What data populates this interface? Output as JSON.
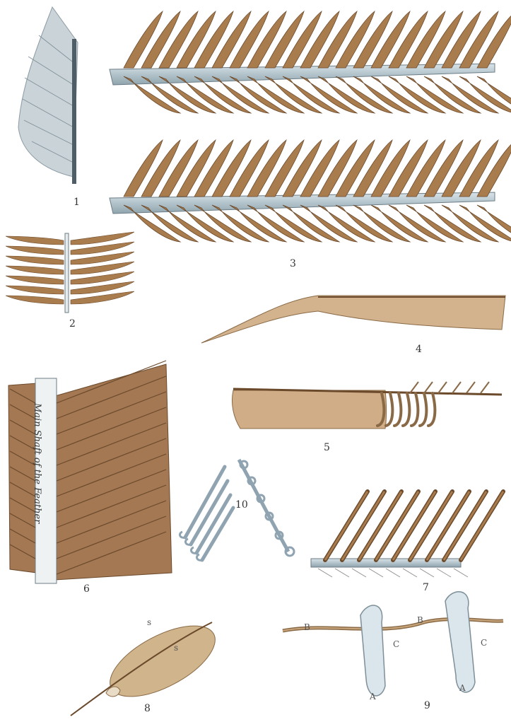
{
  "figure_numbers": [
    "1",
    "2",
    "3",
    "4",
    "5",
    "6",
    "7",
    "8",
    "9",
    "10"
  ],
  "shaft_label": "Main Shaft of the Feather",
  "fig8_letters": [
    "s",
    "s"
  ],
  "fig9_letters": [
    "B",
    "C",
    "B",
    "C",
    "A",
    "A"
  ],
  "colors": {
    "feather_brown": "#a97c4e",
    "dark_brown": "#6b4a2c",
    "shaft_blue": "#b9c9d0",
    "hook_blue": "#9fb4c2"
  }
}
